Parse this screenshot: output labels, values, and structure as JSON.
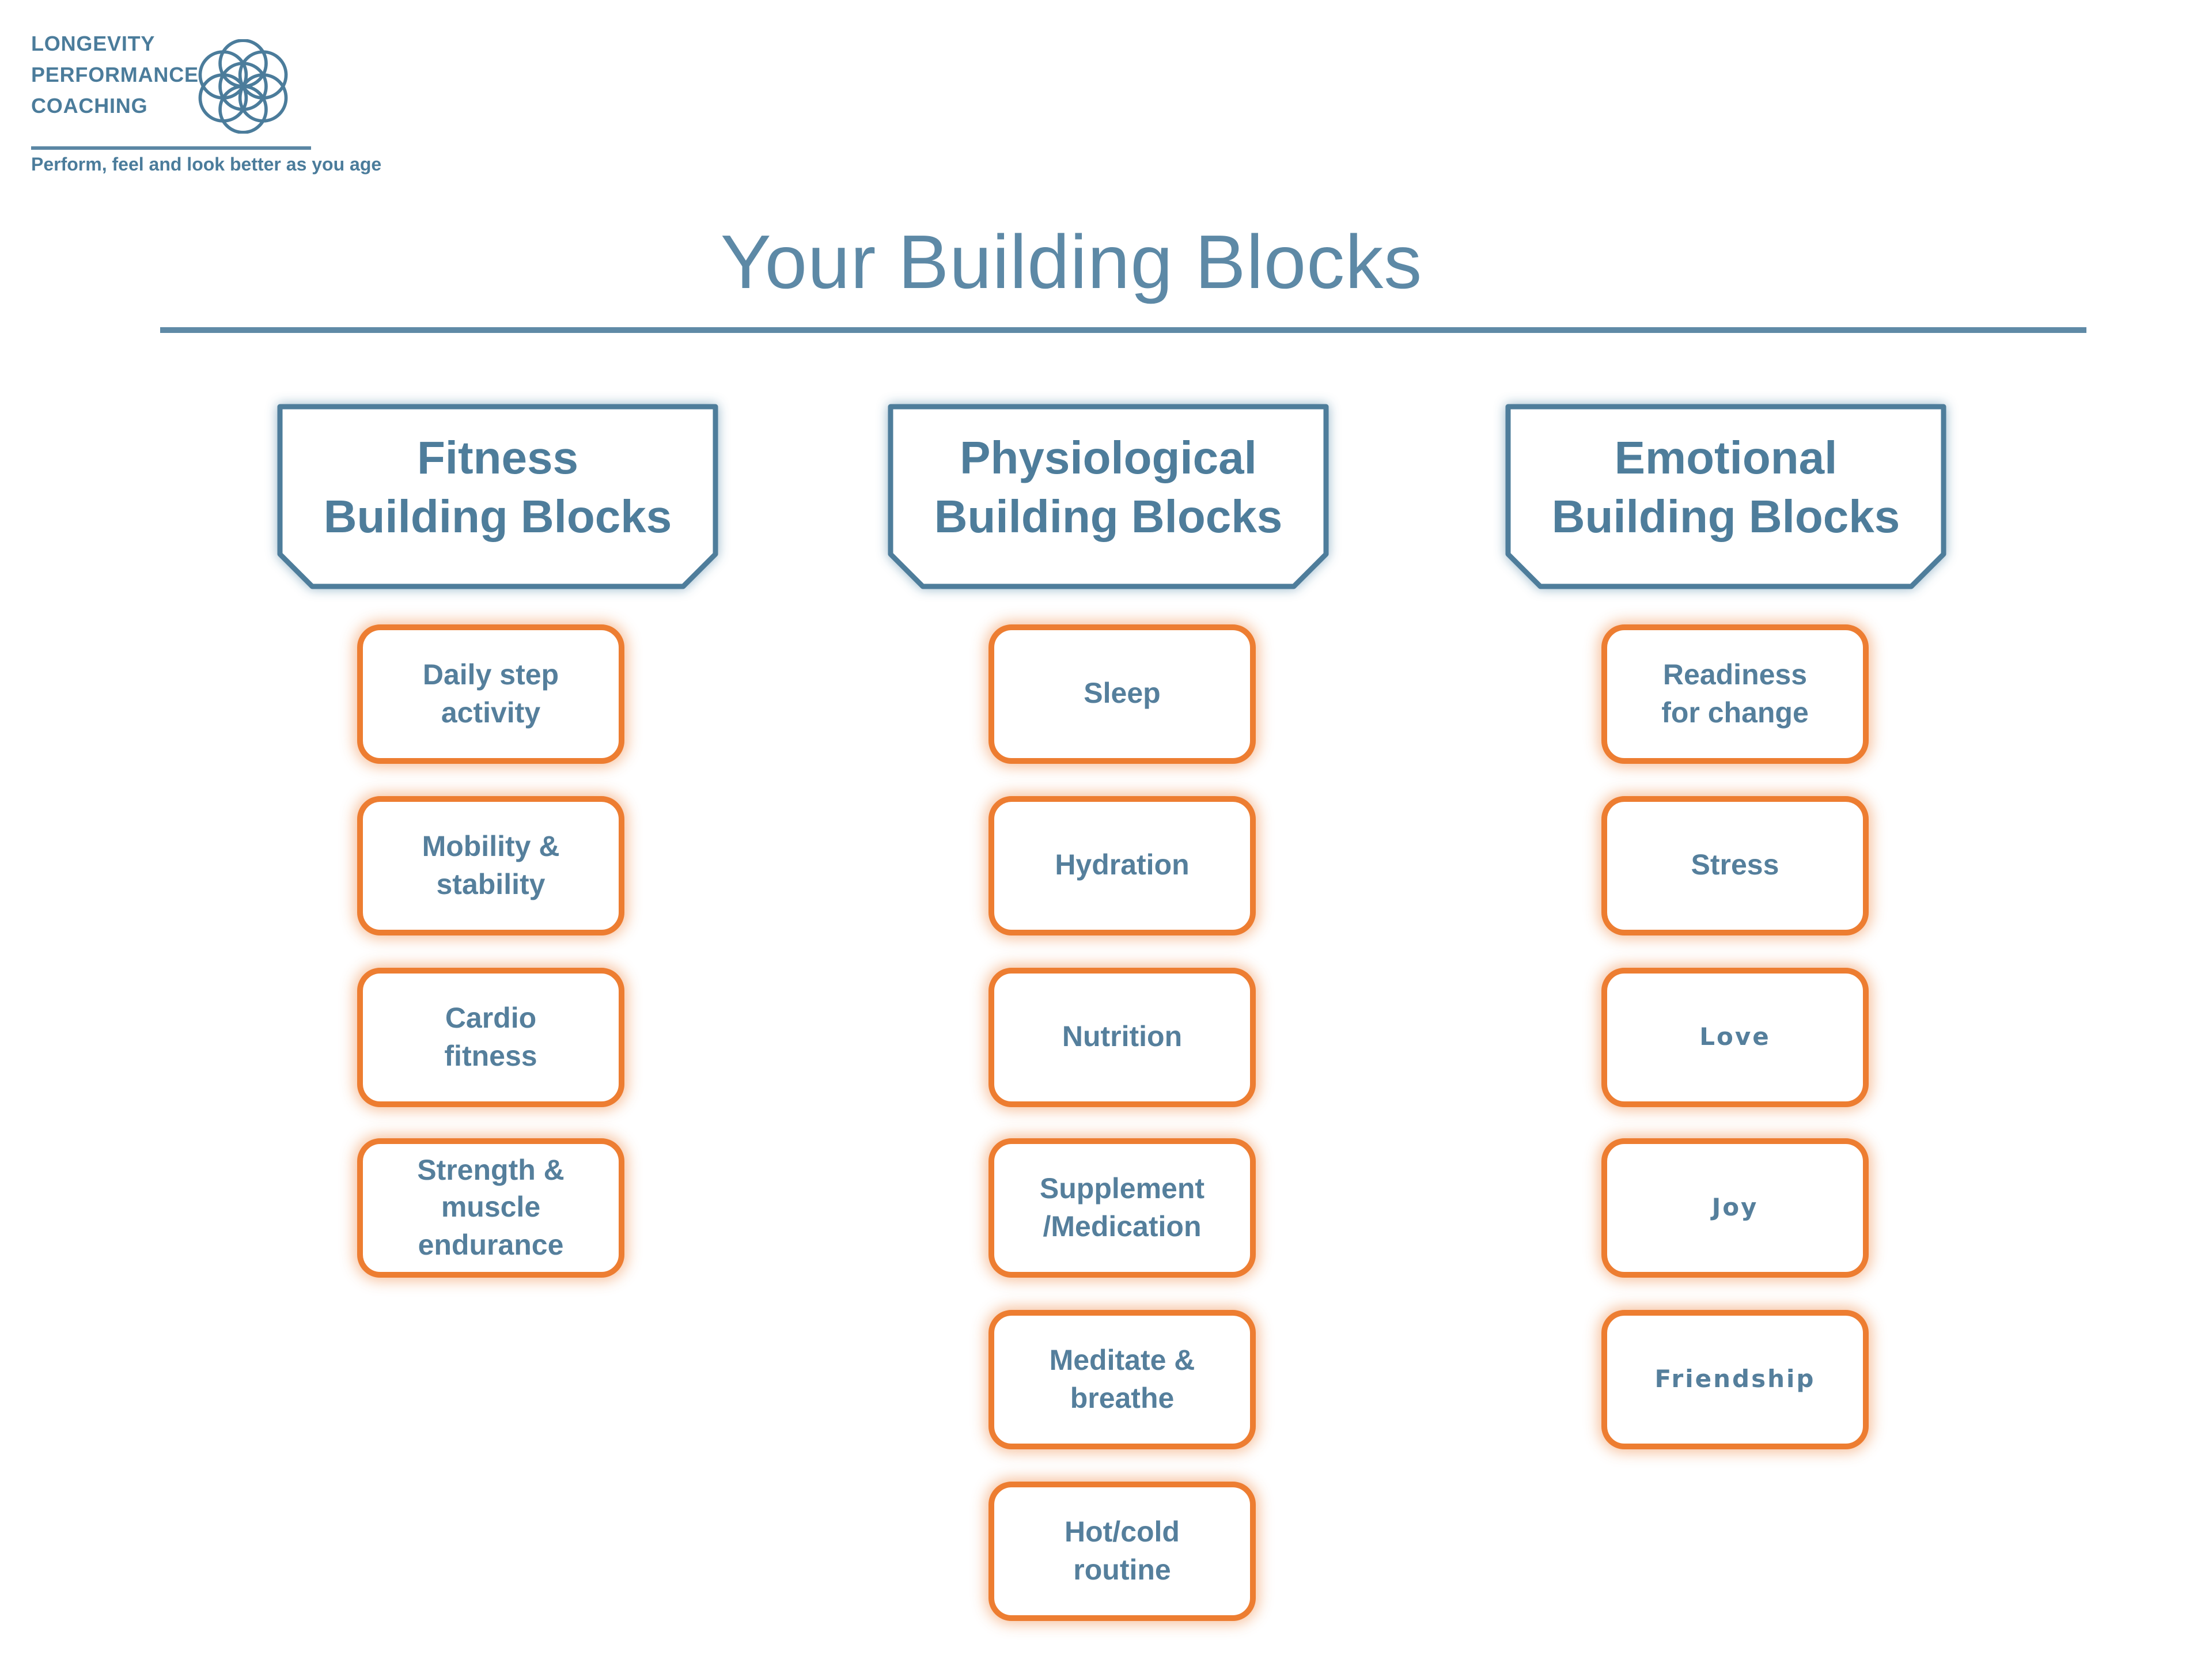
{
  "logo": {
    "lines": [
      "LONGEVITY",
      "PERFORMANCE",
      "COACHING"
    ],
    "tagline": "Perform, feel and look better as you age",
    "icon": "flower-seed-of-life-icon"
  },
  "title": {
    "text": "Your Building Blocks"
  },
  "colors": {
    "steel_blue_border": "#4e7d9b",
    "block_text_blue": "#557f9c",
    "title_blue": "#5d89a6",
    "logo_blue": "#4b7c9b",
    "orange": "#ed7d31",
    "orange_glow": "rgba(237,125,49,0.45)",
    "header_glow": "rgba(144,178,198,0.95)"
  },
  "columns": [
    {
      "header": "Fitness\nBuilding Blocks",
      "items": [
        "Daily step\nactivity",
        "Mobility &\nstability",
        "Cardio\nfitness",
        "Strength &\nmuscle\nendurance"
      ]
    },
    {
      "header": "Physiological\nBuilding Blocks",
      "items": [
        "Sleep",
        "Hydration",
        "Nutrition",
        "Supplement\n/Medication",
        "Meditate &\nbreathe",
        "Hot/cold\nroutine"
      ]
    },
    {
      "header": "Emotional\nBuilding Blocks",
      "items": [
        "Readiness\nfor change",
        "Stress",
        "Love",
        "Joy",
        "Friendship"
      ]
    }
  ]
}
